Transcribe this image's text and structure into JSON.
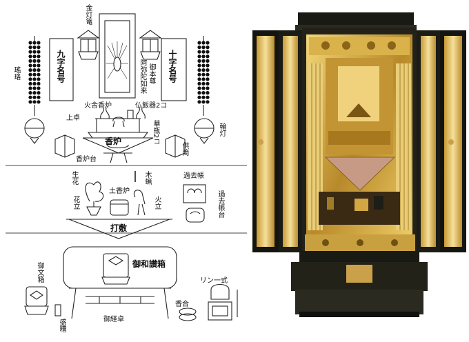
{
  "labels": {
    "kin_toro": "金灯篭",
    "kuji_myogo": "九字名号",
    "juji_myogo": "十字名号",
    "gohonzon": "御本尊",
    "amida": "阿弥陀如来",
    "yoraku": "瑤珞",
    "rintou": "輪灯",
    "kasha_koro": "火舎香炉",
    "buppanki": "仏飯器2コ",
    "uwajoku": "上卓",
    "kebyo": "華瓶2コ",
    "koro": "香炉",
    "kushoku": "供筒",
    "koro_dai": "香炉台",
    "ikebana": "生花",
    "rousoku": "木蝋",
    "tsuchi_koro": "土香炉",
    "hanatate": "花立",
    "hitate": "火立",
    "kakocho": "過去帳",
    "kakocho_dai": "過去帳台",
    "uchishiki": "打敷",
    "gowasan_bako": "御和讃箱",
    "gobunsho_bako": "御文箱",
    "moriboshi": "盛糟",
    "rin_isshiki": "リン一式",
    "kogo": "香合",
    "gokyo_joku": "御経卓"
  }
}
